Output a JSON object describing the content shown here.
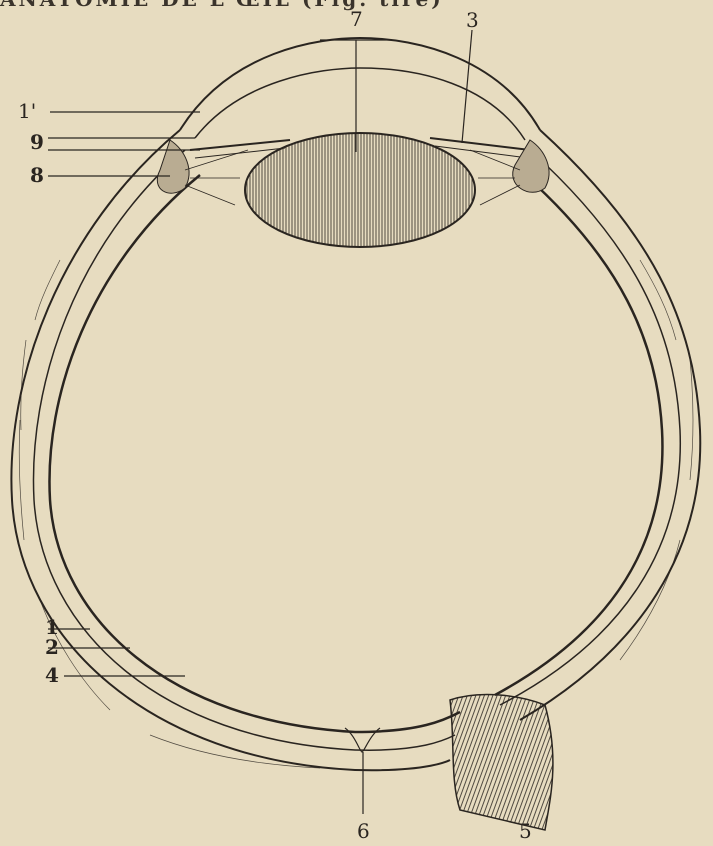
{
  "figure": {
    "caption_top": "ANATOMIE DE L'ŒIL (Fig. tiré)",
    "labels": {
      "l1": "1",
      "l2": "2",
      "l3": "3",
      "l4": "4",
      "l5": "5",
      "l6": "6",
      "l7": "7",
      "l8": "8",
      "l9": "9",
      "l1prime": "1'"
    }
  },
  "colors": {
    "paper": "#e7dcc0",
    "ink": "#2a2520"
  }
}
